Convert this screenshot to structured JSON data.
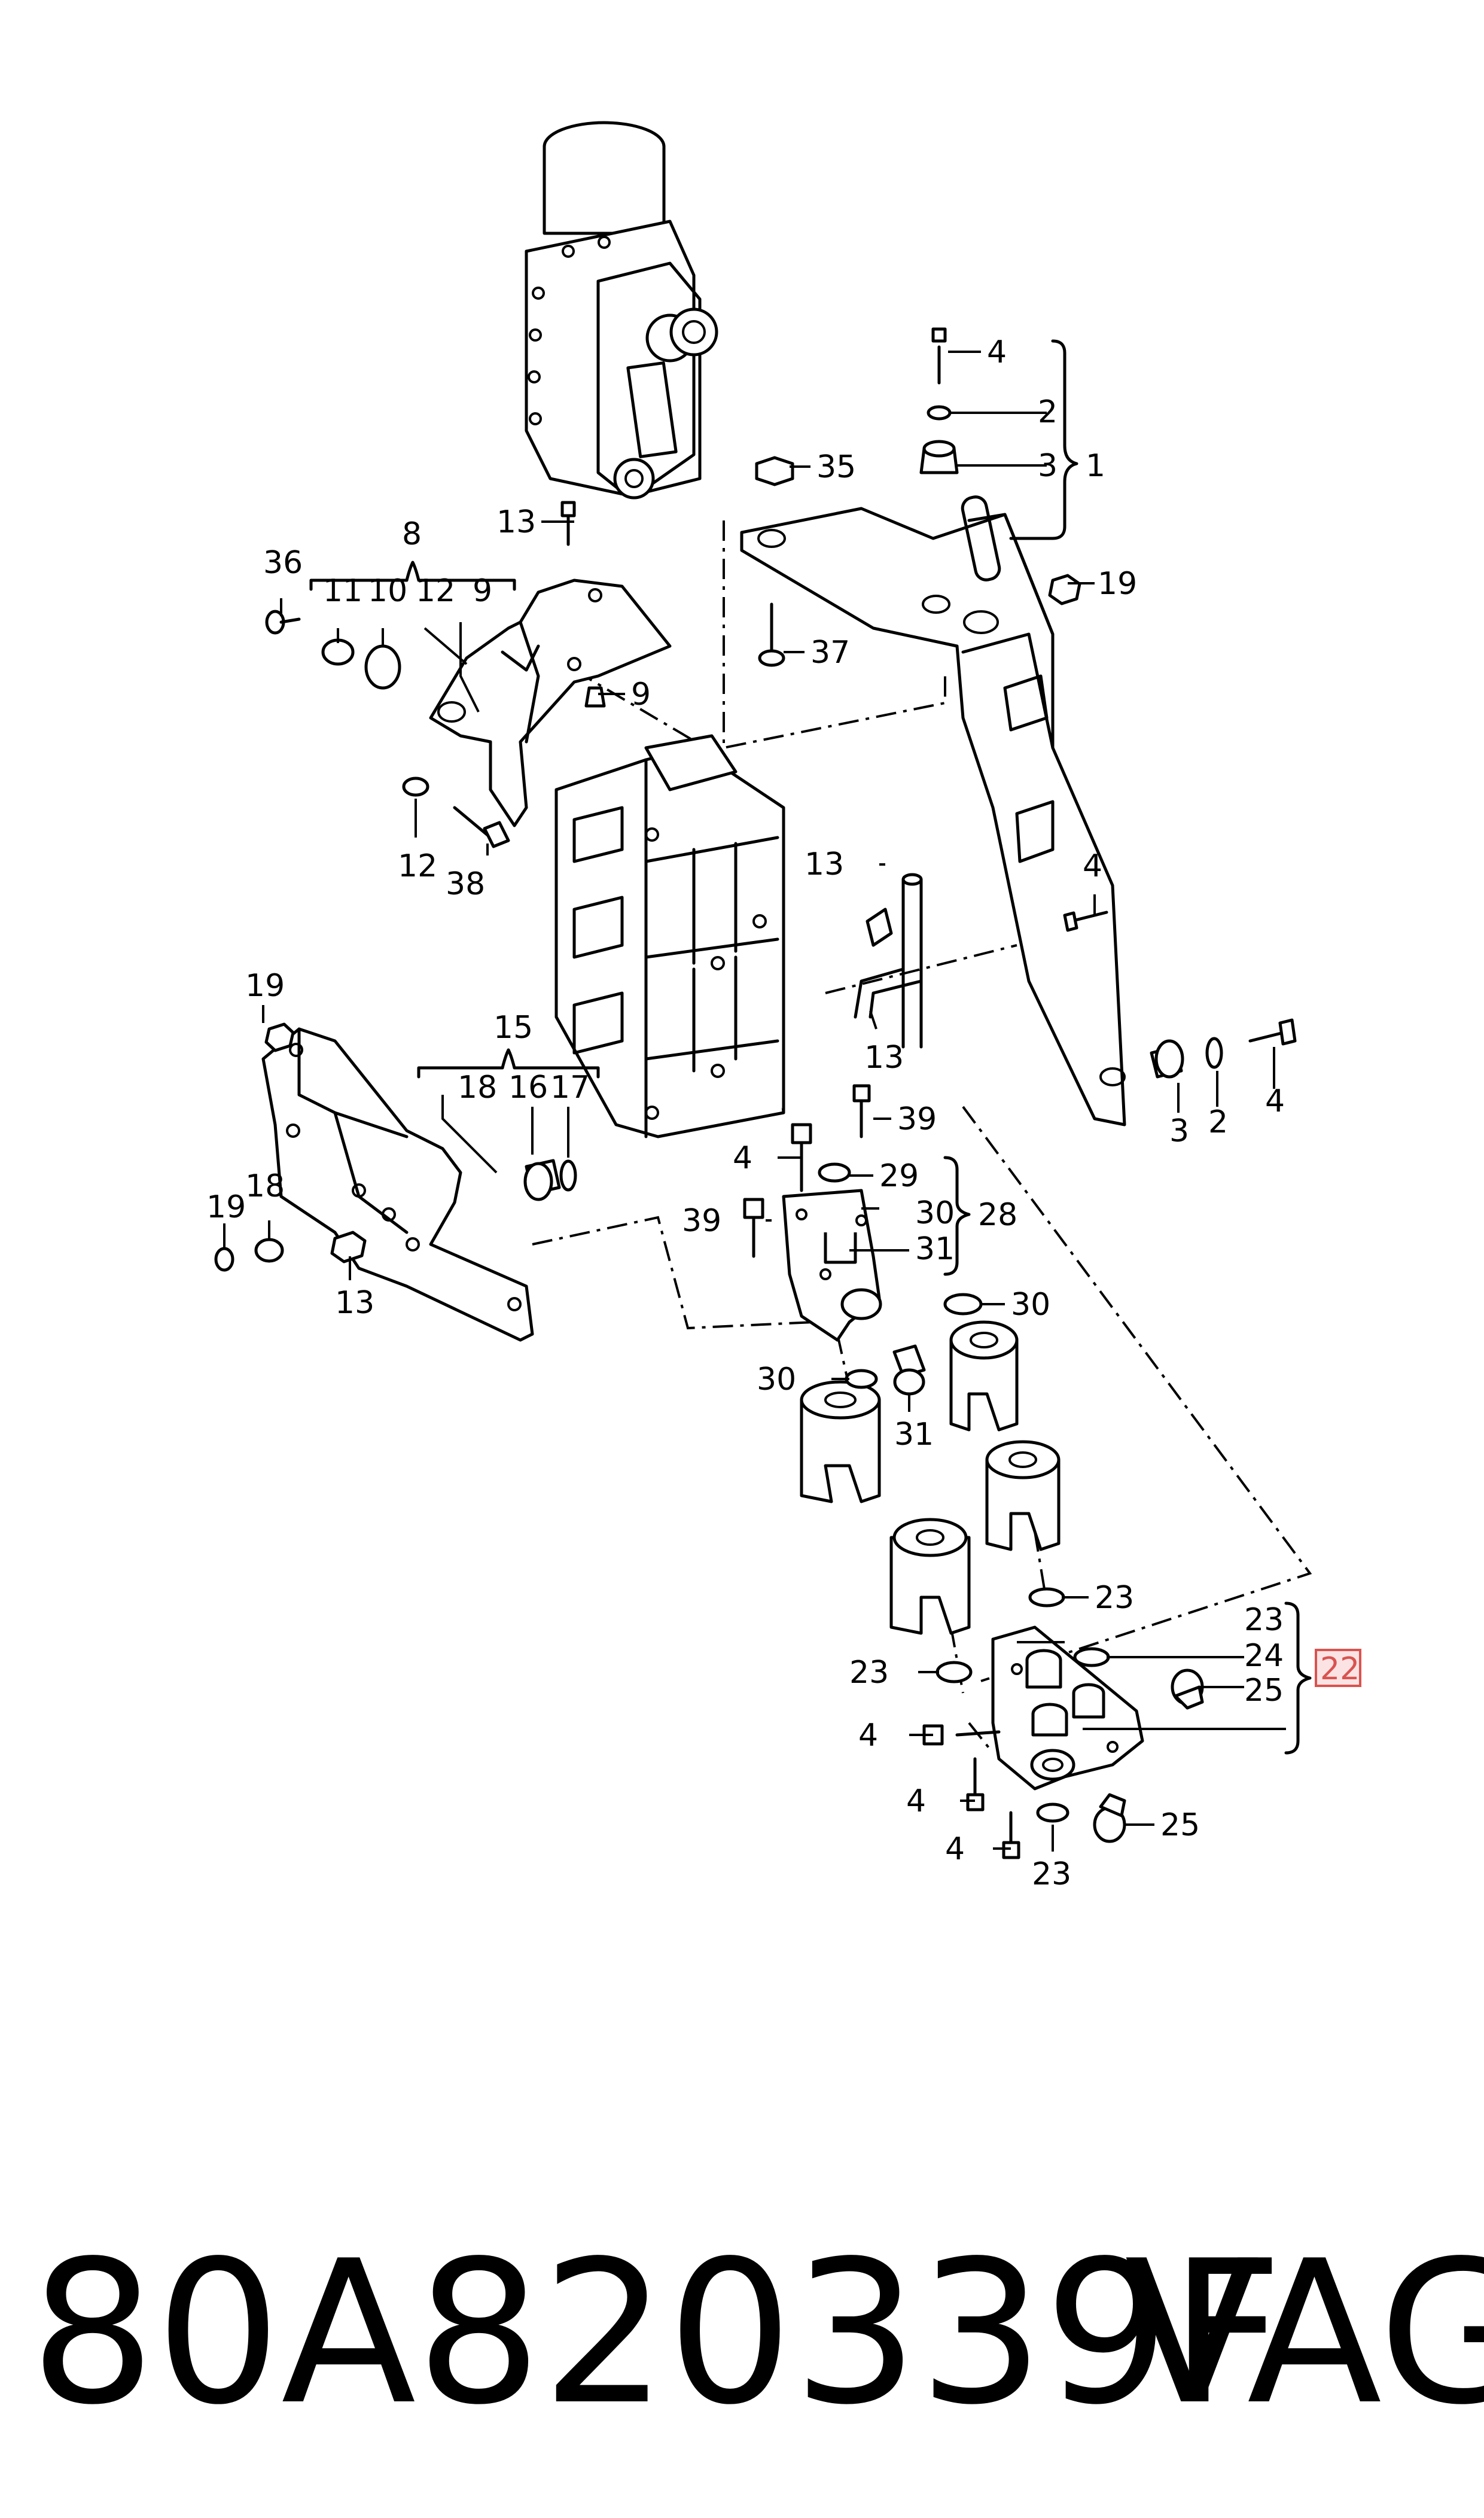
{
  "part_number": "80A820339F",
  "brand": "VAG",
  "highlighted_label": "22",
  "callouts": [
    "1",
    "2",
    "3",
    "4",
    "8",
    "9",
    "10",
    "11",
    "12",
    "13",
    "15",
    "16",
    "17",
    "18",
    "19",
    "22",
    "23",
    "24",
    "25",
    "28",
    "29",
    "30",
    "31",
    "35",
    "36",
    "37",
    "38",
    "39"
  ]
}
